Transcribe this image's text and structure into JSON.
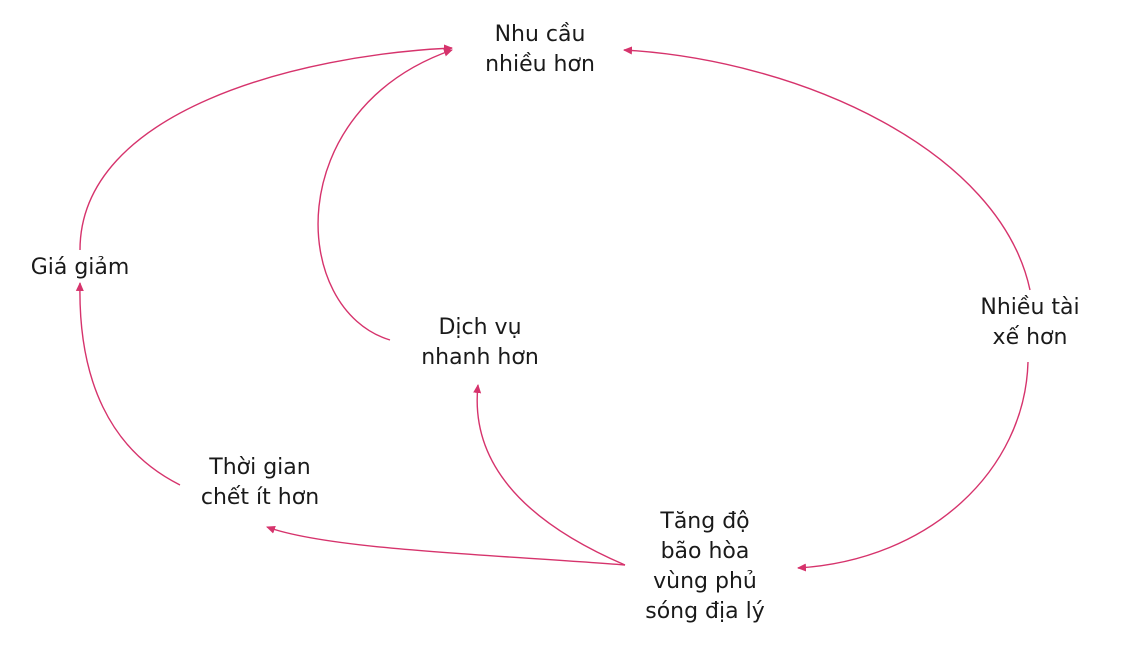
{
  "diagram": {
    "accent_color": "#d6336c",
    "text_color": "#1a1a1a",
    "nodes": {
      "demand": {
        "lines": [
          "Nhu cầu",
          "nhiều hơn"
        ]
      },
      "price": {
        "lines": [
          "Giá giảm"
        ]
      },
      "service": {
        "lines": [
          "Dịch vụ",
          "nhanh hơn"
        ]
      },
      "drivers": {
        "lines": [
          "Nhiều tài",
          "xế hơn"
        ]
      },
      "downtime": {
        "lines": [
          "Thời gian",
          "chết ít hơn"
        ]
      },
      "coverage": {
        "lines": [
          "Tăng độ",
          "bão hòa",
          "vùng phủ",
          "sóng địa lý"
        ]
      }
    },
    "edges": [
      {
        "from": "demand",
        "to": "drivers"
      },
      {
        "from": "drivers",
        "to": "coverage"
      },
      {
        "from": "coverage",
        "to": "service"
      },
      {
        "from": "coverage",
        "to": "downtime"
      },
      {
        "from": "service",
        "to": "demand"
      },
      {
        "from": "downtime",
        "to": "price"
      },
      {
        "from": "price",
        "to": "demand"
      }
    ]
  }
}
